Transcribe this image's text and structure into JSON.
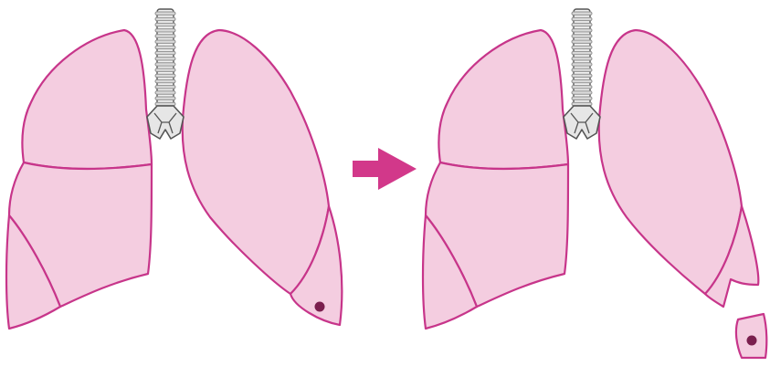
{
  "diagram": {
    "colors": {
      "lung_fill": "#f4cde0",
      "lung_outline": "#c7358a",
      "arrow": "#d2388a",
      "trachea_fill": "#f2f2f2",
      "trachea_ring": "#8f8f8f",
      "trachea_outline": "#555555",
      "nodule": "#7a1f4e"
    },
    "panels": [
      {
        "id": "before",
        "state": "intact lungs with nodule in lower right lobe"
      },
      {
        "id": "after",
        "state": "wedge of lower right lobe removed with the nodule"
      }
    ],
    "icons": [
      "trachea-icon",
      "right-arrow-icon",
      "nodule-icon"
    ]
  }
}
